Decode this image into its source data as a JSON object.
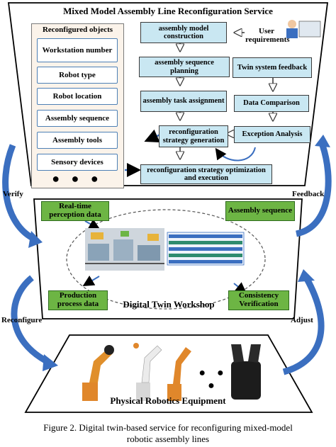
{
  "title": "Mixed Model Assembly Line Reconfiguration Service",
  "reconfigured_objects": {
    "heading": "Reconfigured objects",
    "items": [
      "Workstation number",
      "Robot type",
      "Robot location",
      "Assembly sequence",
      "Assembly tools",
      "Sensory devices"
    ],
    "more": "● ● ●"
  },
  "flow": {
    "model": "assembly model construction",
    "sequence": "assembly sequence planning",
    "task": "assembly task assignment",
    "strategy": "reconfiguration strategy generation",
    "execution": "reconfiguration strategy optimization and execution",
    "feedback": "Twin system feedback",
    "comparison": "Data Comparison",
    "exception": "Exception Analysis",
    "user": "User requirements"
  },
  "twin": {
    "title": "Digital Twin Workshop",
    "realtime": "Real-time perception data",
    "assembly_seq": "Assembly sequence",
    "production": "Production process data",
    "consistency": "Consistency Verification"
  },
  "side_labels": {
    "verify": "Verify",
    "feedback": "Feedback",
    "reconfigure": "Reconfigure",
    "adjust": "Adjust"
  },
  "physical": {
    "title": "Physical Robotics Equipment",
    "dots": "● ● ●"
  },
  "caption": {
    "line1": "Figure 2.    Digital twin-based service for reconfiguring mixed-model",
    "line2": "robotic assembly lines"
  },
  "colors": {
    "box": "#c9e7f2",
    "green": "#6db544",
    "arrow": "#3b6fc0",
    "panel": "#fbf3ea"
  }
}
